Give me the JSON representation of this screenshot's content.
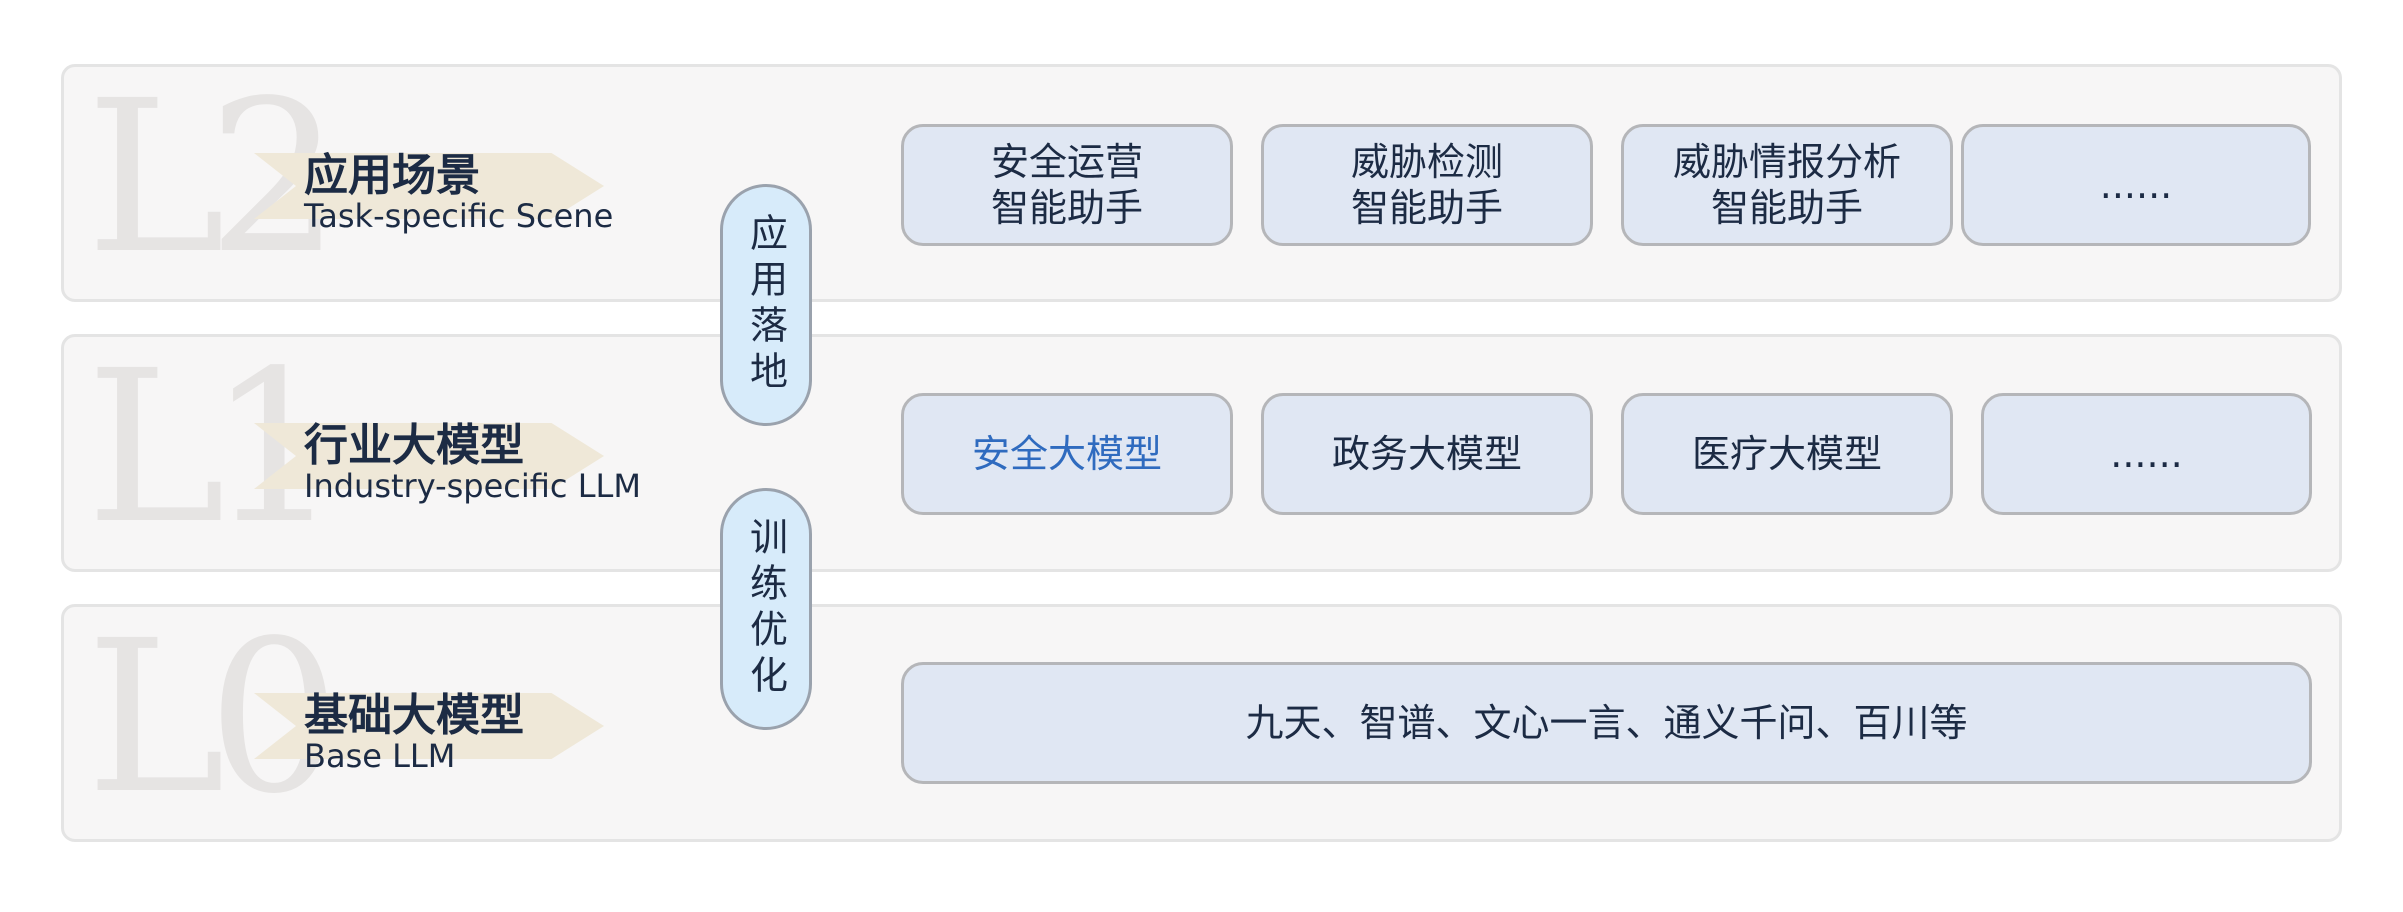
{
  "layers": [
    {
      "letter": "L2",
      "zh": "应用场景",
      "en": "Task-specific Scene",
      "items": [
        {
          "lines": [
            "安全运营",
            "智能助手"
          ]
        },
        {
          "lines": [
            "威胁检测",
            "智能助手"
          ]
        },
        {
          "lines": [
            "威胁情报分析",
            "智能助手"
          ]
        },
        {
          "lines": [
            "......"
          ]
        }
      ]
    },
    {
      "letter": "L1",
      "zh": "行业大模型",
      "en": "Industry-specific LLM",
      "items": [
        {
          "lines": [
            "安全大模型"
          ]
        },
        {
          "lines": [
            "政务大模型"
          ]
        },
        {
          "lines": [
            "医疗大模型"
          ]
        },
        {
          "lines": [
            "......"
          ]
        }
      ]
    },
    {
      "letter": "L0",
      "zh": "基础大模型",
      "en": "Base LLM",
      "items": [
        {
          "lines": [
            "九天、智谱、文心一言、通义千问、百川等"
          ]
        }
      ]
    }
  ],
  "pills": {
    "apply": "应用落地",
    "train": "训练优化"
  },
  "colors": {
    "highlight_text": "#2f6bbf",
    "box_fill": "#e0e7f3",
    "pill_fill": "#d7ebfa",
    "title_text": "#1c2b44"
  }
}
